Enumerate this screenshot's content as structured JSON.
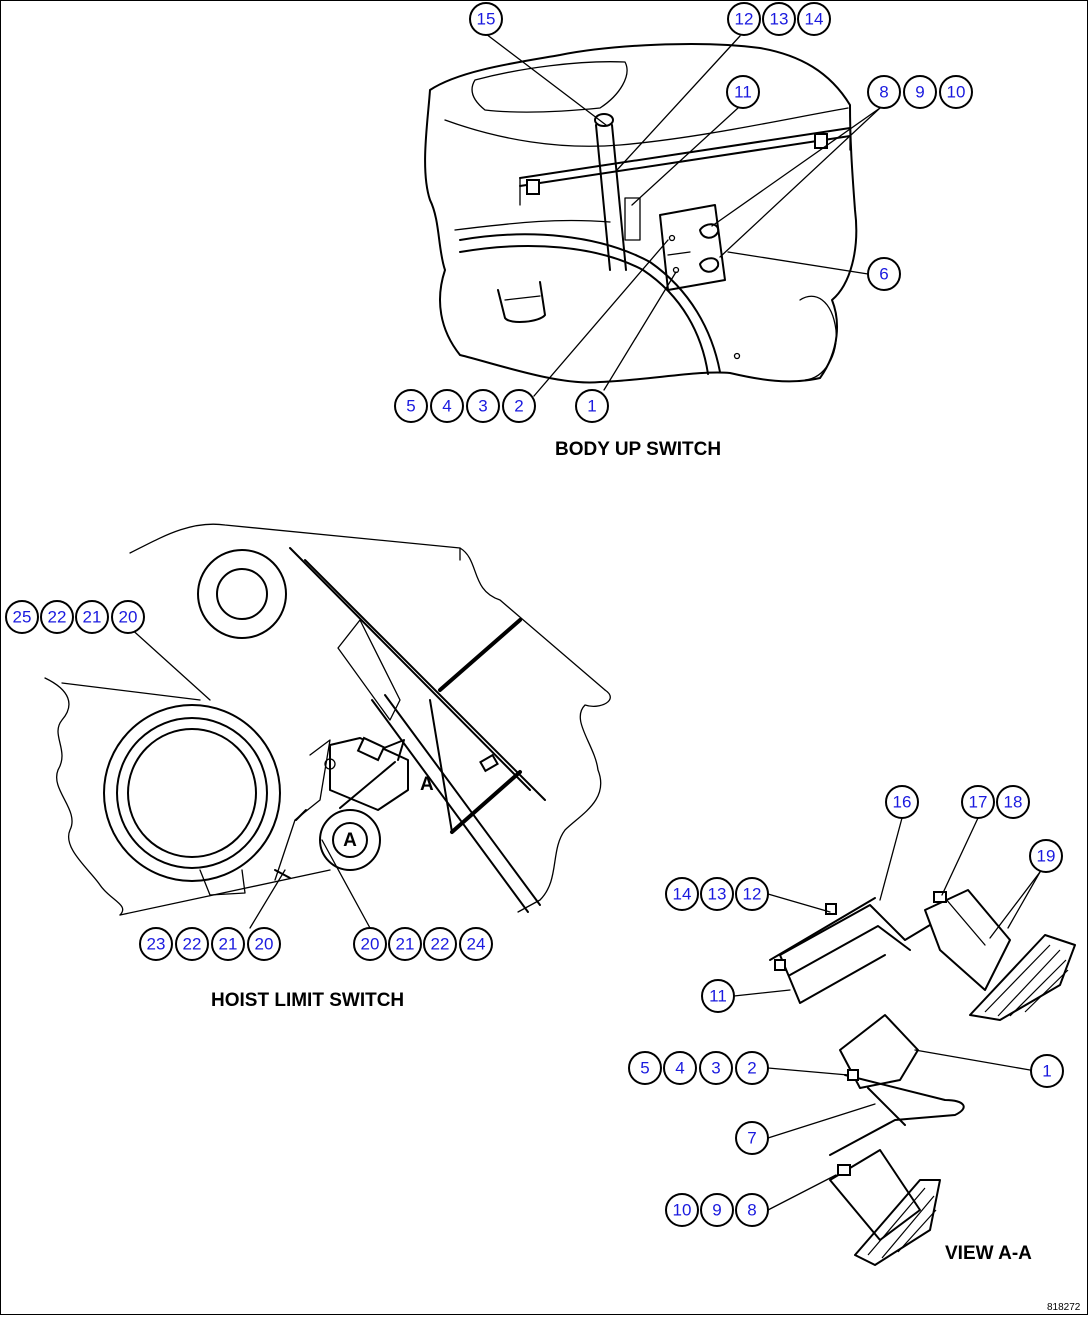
{
  "captions": {
    "body_up_switch": "BODY UP SWITCH",
    "hoist_limit_switch": "HOIST LIMIT SWITCH",
    "view_a_a": "VIEW A-A",
    "section_mark": "A",
    "drawing_id": "818272"
  },
  "callouts": {
    "top": {
      "c15": "15",
      "c12": "12",
      "c13": "13",
      "c14": "14",
      "c11": "11",
      "c8": "8",
      "c9": "9",
      "c10": "10",
      "c6": "6",
      "c5": "5",
      "c4": "4",
      "c3": "3",
      "c2": "2",
      "c1": "1"
    },
    "hoist": {
      "c25": "25",
      "c22": "22",
      "c21": "21",
      "c20": "20",
      "b23": "23",
      "b22": "22",
      "b21": "21",
      "b20": "20",
      "d20": "20",
      "d21": "21",
      "d22": "22",
      "d24": "24"
    },
    "view": {
      "c16": "16",
      "c17": "17",
      "c18": "18",
      "c19": "19",
      "c14": "14",
      "c13": "13",
      "c12": "12",
      "c11": "11",
      "c5": "5",
      "c4": "4",
      "c3": "3",
      "c2": "2",
      "c1": "1",
      "c7": "7",
      "c10": "10",
      "c9": "9",
      "c8": "8"
    }
  },
  "colors": {
    "callout_text": "#1a1adf",
    "line": "#000000",
    "background": "#ffffff"
  }
}
